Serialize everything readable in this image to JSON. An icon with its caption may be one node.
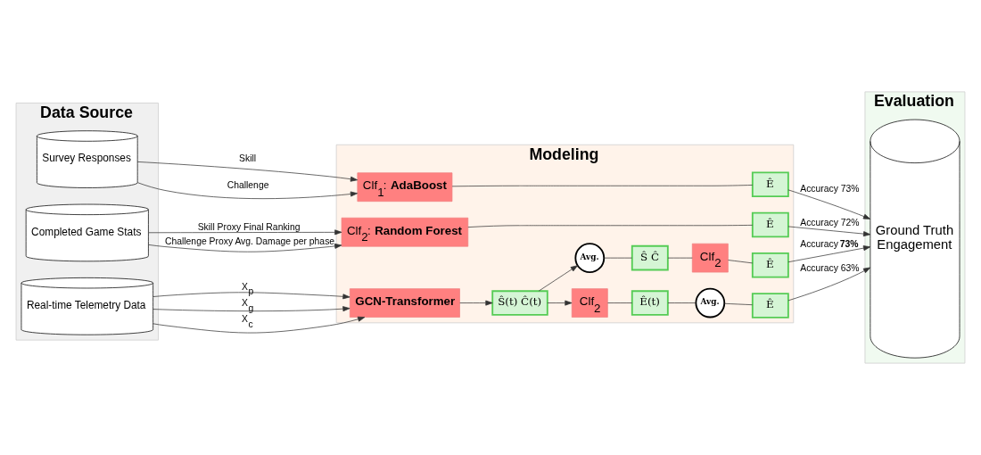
{
  "diagram": {
    "nodes": [
      {
        "text": [
          "Data Source"
        ]
      },
      {
        "text": [
          "Survey Responses"
        ],
        "in": 0
      },
      {
        "text": [
          "Completed Game Stats"
        ],
        "in": 0
      },
      {
        "text": [
          "Real-time Telemetry Data"
        ],
        "in": 0
      },
      {
        "text": [
          "Modeling"
        ]
      },
      {
        "text": [
          "Clf$_{1}$: **AdaBoost**"
        ],
        "in": 4
      },
      {
        "text": [
          "Ê"
        ],
        "in": 4
      },
      {
        "text": [
          "Clf$_{2}$: **Random Forest**"
        ],
        "in": 4
      },
      {
        "text": [
          "Ê"
        ],
        "in": 4
      },
      {
        "text": [
          "**GCN-Transformer**"
        ],
        "in": 4
      },
      {
        "text": [
          "Ŝ(t) Ĉ(t)"
        ],
        "in": 4
      },
      {
        "text": [
          "**Avg.**"
        ],
        "in": 4
      },
      {
        "text": [
          "Ŝ Ĉ"
        ],
        "in": 4
      },
      {
        "text": [
          "Clf$_{2}$"
        ],
        "in": 4
      },
      {
        "text": [
          "Ê"
        ],
        "in": 4
      },
      {
        "text": [
          "Clf$_{2}$"
        ],
        "in": 4
      },
      {
        "text": [
          "Ê(t)"
        ],
        "in": 4
      },
      {
        "text": [
          "**Avg.**"
        ],
        "in": 4
      },
      {
        "text": [
          "Ê"
        ],
        "in": 4
      },
      {
        "text": [
          "Evaluation"
        ]
      },
      {
        "text": [
          "Ground Truth",
          "Engagement"
        ],
        "in": 19
      }
    ],
    "edges": [
      {
        "from": 1,
        "to": 5,
        "arrow": "to",
        "label": "Skill"
      },
      {
        "from": 1,
        "to": 5,
        "arrow": "to",
        "label": "Challenge"
      },
      {
        "from": 2,
        "to": 7,
        "arrow": "to",
        "label": "Skill Proxy Final Ranking"
      },
      {
        "from": 2,
        "to": 7,
        "arrow": "to",
        "label": "Challenge Proxy Avg. Damage per phase"
      },
      {
        "from": 3,
        "to": 9,
        "arrow": "to",
        "label": "X$_{p}$"
      },
      {
        "from": 3,
        "to": 9,
        "arrow": "to",
        "label": "X$_{g}$"
      },
      {
        "from": 3,
        "to": 9,
        "arrow": "to",
        "label": "X$_{c}$"
      },
      {
        "from": 5,
        "to": 6,
        "arrow": "none"
      },
      {
        "from": 6,
        "to": 20,
        "arrow": "to",
        "label": "Accuracy 73%"
      },
      {
        "from": 7,
        "to": 8,
        "arrow": "none"
      },
      {
        "from": 8,
        "to": 20,
        "arrow": "to",
        "label": "Accuracy 72%"
      },
      {
        "from": 9,
        "to": 10,
        "arrow": "to"
      },
      {
        "from": 10,
        "to": 11,
        "arrow": "to"
      },
      {
        "from": 11,
        "to": 12,
        "arrow": "none"
      },
      {
        "from": 12,
        "to": 15,
        "arrow": "none"
      },
      {
        "from": 15,
        "to": 14,
        "arrow": "none"
      },
      {
        "from": 14,
        "to": 20,
        "arrow": "to",
        "label": "Accuracy **73%**"
      },
      {
        "from": 10,
        "to": 13,
        "arrow": "to"
      },
      {
        "from": 13,
        "to": 16,
        "arrow": "none"
      },
      {
        "from": 16,
        "to": 17,
        "arrow": "none"
      },
      {
        "from": 17,
        "to": 18,
        "arrow": "none"
      },
      {
        "from": 18,
        "to": 20,
        "arrow": "to",
        "label": "Accuracy 63%"
      }
    ]
  }
}
